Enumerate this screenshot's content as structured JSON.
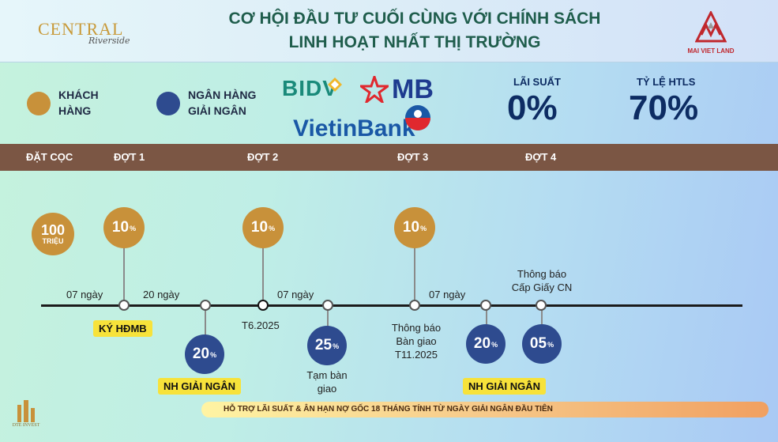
{
  "header": {
    "logo_central": "CENTRAL",
    "logo_central_sub": "Riverside",
    "headline_line1": "CƠ HỘI ĐẦU TƯ CUỐI CÙNG VỚI CHÍNH SÁCH",
    "headline_line2": "LINH HOẠT NHẤT THỊ TRƯỜNG",
    "mvl_logo_text": "MAI VIET LAND",
    "brand_red": "#c0272d"
  },
  "legend": {
    "customer_line1": "KHÁCH",
    "customer_line2": "HÀNG",
    "customer_color": "#c8913a",
    "bank_line1": "NGÂN HÀNG",
    "bank_line2": "GIẢI NGÂN",
    "bank_color": "#2e4b8f"
  },
  "banks": {
    "bidv": "BIDV",
    "mb": "MB",
    "vietinbank": "VietinBank"
  },
  "rates": {
    "interest_label": "LÃI SUẤT",
    "interest_value": "0%",
    "loan_label": "TỶ LỆ HTLS",
    "loan_value": "70%"
  },
  "phases": {
    "deposit": "ĐẶT CỌC",
    "phase1": "ĐỢT 1",
    "phase2": "ĐỢT 2",
    "phase3": "ĐỢT 3",
    "phase4": "ĐỢT 4"
  },
  "customer_payments": {
    "deposit_amount": "100",
    "deposit_unit": "TRIỆU",
    "phase1_num": "10",
    "phase2_num": "10",
    "phase3_num": "10",
    "percent_sign": "%"
  },
  "bank_payments": {
    "p1_num": "20",
    "p2_num": "25",
    "p3_num": "20",
    "p4_num": "05"
  },
  "timeline": {
    "gap1": "07 ngày",
    "gap2": "20 ngày",
    "gap3": "07 ngày",
    "gap4": "07 ngày",
    "sign_contract": "KÝ HĐMB",
    "date_t6": "T6.2025",
    "handover_line1": "Thông báo",
    "handover_line2": "Bàn giao",
    "handover_line3": "T11.2025",
    "temp_handover_line1": "Tạm bàn",
    "temp_handover_line2": "giao",
    "certificate_line1": "Thông báo",
    "certificate_line2": "Cấp Giấy CN",
    "bank_disburse_1": "NH GIẢI NGÂN",
    "bank_disburse_2": "NH GIẢI NGÂN"
  },
  "footer": {
    "support_text": "HỖ TRỢ LÃI SUẤT & ÂN HẠN NỢ GỐC 18 THÁNG TÍNH TỪ NGÀY GIẢI NGÂN ĐẦU TIÊN",
    "dte_logo_text": "DTE INVEST"
  }
}
